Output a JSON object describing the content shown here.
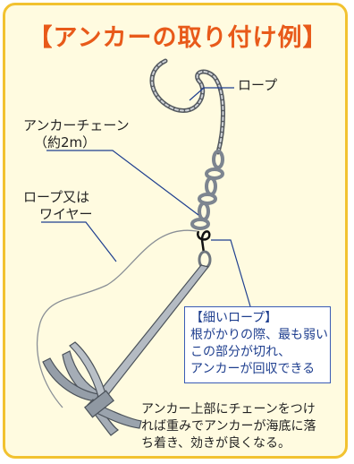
{
  "title": "【アンカーの取り付け例】",
  "labels": {
    "rope": "ロープ",
    "chain_line1": "アンカーチェーン",
    "chain_line2": "（約2m）",
    "rope_or_wire_line1": "ロープ又は",
    "rope_or_wire_line2": "ワイヤー"
  },
  "thin_rope_note": {
    "heading": "【細いロープ】",
    "lines": [
      "根がかりの際、最も弱い",
      "この部分が切れ、",
      "アンカーが回収できる"
    ]
  },
  "bottom_note": {
    "lines": [
      "アンカー上部にチェーンをつけ",
      "れば重みでアンカーが海底に落",
      "ち着き、効きが良くなる。"
    ]
  },
  "colors": {
    "title": "#e85a1a",
    "border": "#f2c230",
    "panel_bg": "#fffbe0",
    "leader_line": "#1f3f8f",
    "anchor_metal": "#9aa3ad",
    "chain": "#7d8590"
  }
}
